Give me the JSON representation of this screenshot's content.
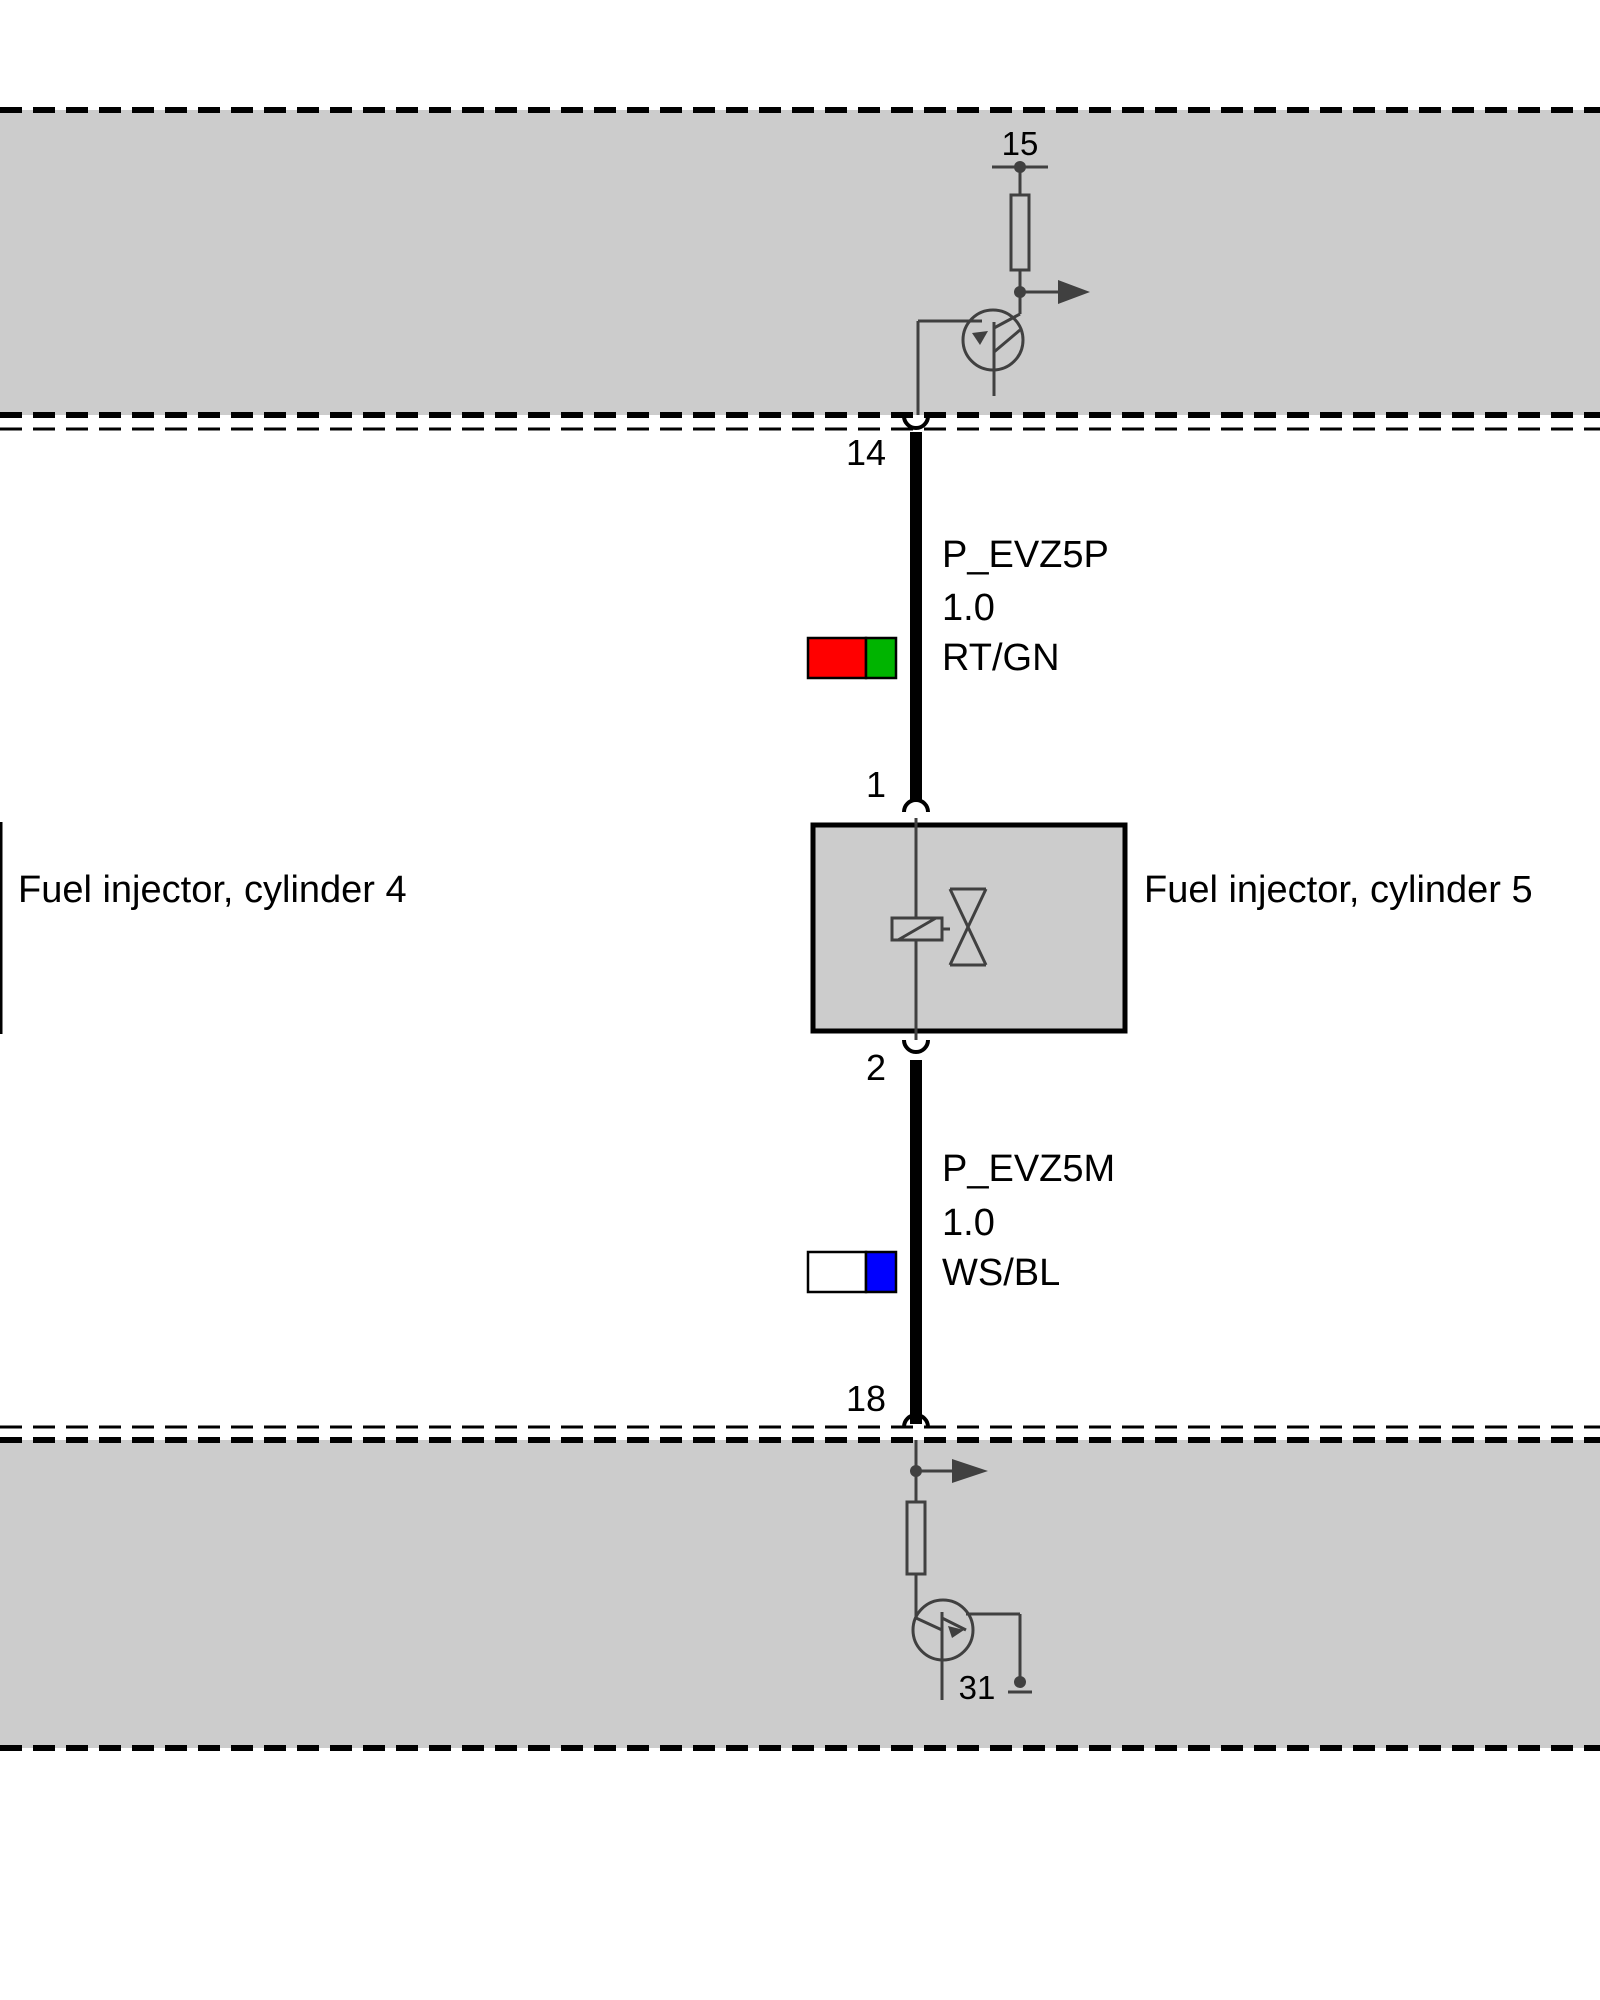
{
  "diagram": {
    "top_module": {
      "terminal_label": "15",
      "output_pin": "14"
    },
    "component": {
      "name": "Fuel injector, cylinder 5",
      "pin_in": "1",
      "pin_out": "2"
    },
    "neighbor_component": {
      "name": "Fuel injector, cylinder 4"
    },
    "wire_top": {
      "signal": "P_EVZ5P",
      "cross_section": "1.0",
      "color_code": "RT/GN",
      "colors": [
        "#ff0000",
        "#00b400"
      ]
    },
    "wire_bottom": {
      "signal": "P_EVZ5M",
      "cross_section": "1.0",
      "color_code": "WS/BL",
      "colors": [
        "#ffffff",
        "#0000ff"
      ]
    },
    "bottom_module": {
      "input_pin": "18",
      "ground_label": "31"
    },
    "colors": {
      "module_fill": "#cccccc",
      "component_fill": "#cccccc",
      "symbol_stroke": "#404040",
      "wire": "#000000"
    }
  }
}
